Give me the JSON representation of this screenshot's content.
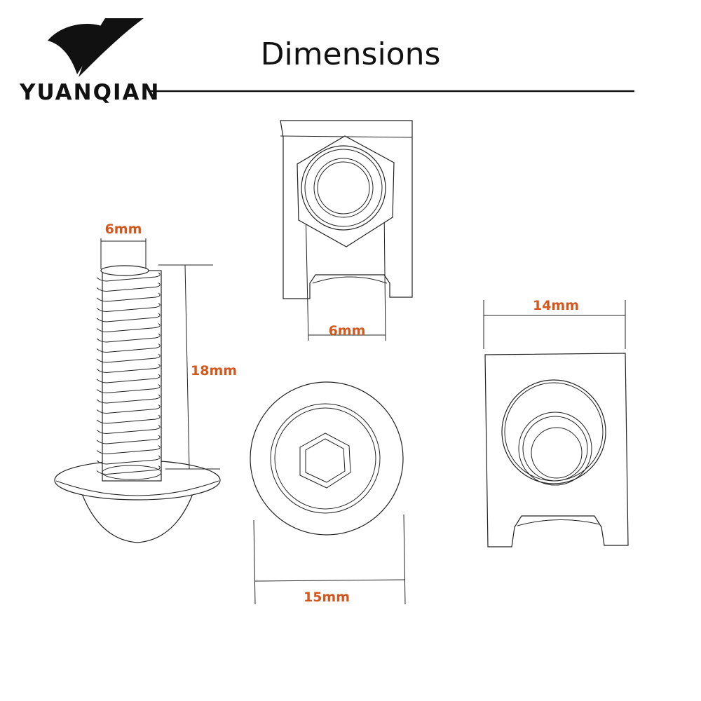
{
  "header": {
    "title": "Dimensions",
    "brand": "YUANQIAN"
  },
  "colors": {
    "dimension_text": "#d4581e",
    "line": "#222222"
  },
  "dimensions": {
    "bolt_diameter": "6mm",
    "bolt_length": "18mm",
    "clip_top_width": "6mm",
    "clip_width": "14mm",
    "head_diameter": "15mm"
  }
}
